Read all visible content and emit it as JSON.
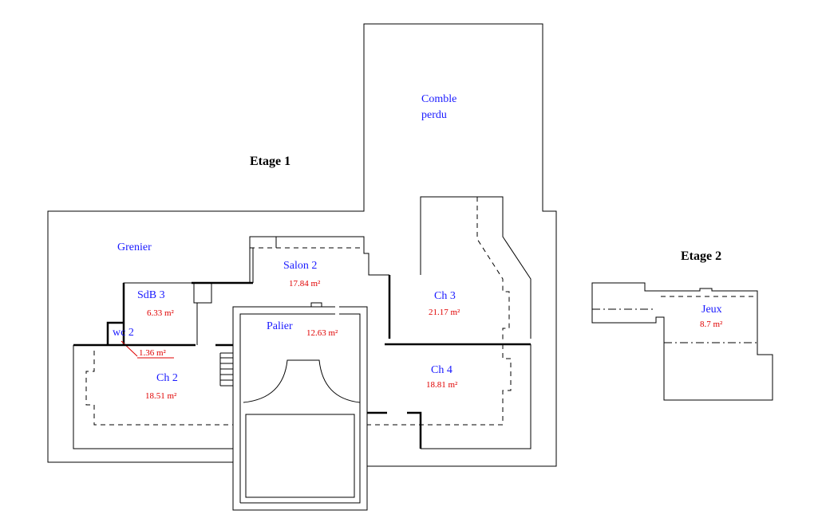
{
  "colors": {
    "room_label": "#1a1aff",
    "area_label": "#e00000",
    "walls": "#000000"
  },
  "floors": [
    {
      "id": "etage1",
      "title": "Etage 1"
    },
    {
      "id": "etage2",
      "title": "Etage 2"
    }
  ],
  "rooms": {
    "comble": {
      "name_line1": "Comble",
      "name_line2": "perdu"
    },
    "grenier": {
      "name": "Grenier"
    },
    "salon2": {
      "name": "Salon 2",
      "area": "17.84 m²"
    },
    "sdb3": {
      "name": "SdB 3",
      "area": "6.33 m²"
    },
    "wc2": {
      "name": "wc 2",
      "area": "1.36 m²"
    },
    "ch2": {
      "name": "Ch 2",
      "area": "18.51 m²"
    },
    "palier": {
      "name": "Palier",
      "area": "12.63 m²"
    },
    "ch3": {
      "name": "Ch 3",
      "area": "21.17 m²"
    },
    "ch4": {
      "name": "Ch 4",
      "area": "18.81 m²"
    },
    "jeux": {
      "name": "Jeux",
      "area": "8.7 m²"
    }
  }
}
